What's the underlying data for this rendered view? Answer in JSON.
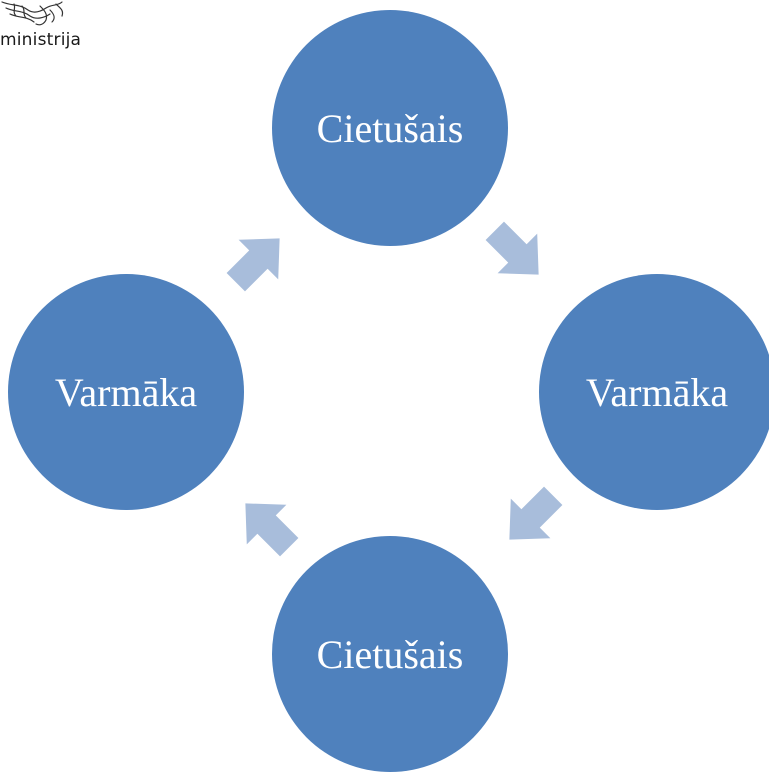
{
  "logo": {
    "text": "ministrija",
    "icon": "coat-of-arms-icon"
  },
  "diagram": {
    "nodes": [
      {
        "id": "top",
        "label": "Cietušais"
      },
      {
        "id": "right",
        "label": "Varmāka"
      },
      {
        "id": "bottom",
        "label": "Cietušais"
      },
      {
        "id": "left",
        "label": "Varmāka"
      }
    ],
    "edges": [
      {
        "from": "top",
        "to": "right"
      },
      {
        "from": "right",
        "to": "bottom"
      },
      {
        "from": "bottom",
        "to": "left"
      },
      {
        "from": "left",
        "to": "top"
      }
    ]
  },
  "colors": {
    "node_fill": "#4f81bd",
    "node_text": "#ffffff",
    "arrow_fill": "#a8bddb",
    "logo_text": "#1a1a1a",
    "logo_line": "#333333"
  }
}
